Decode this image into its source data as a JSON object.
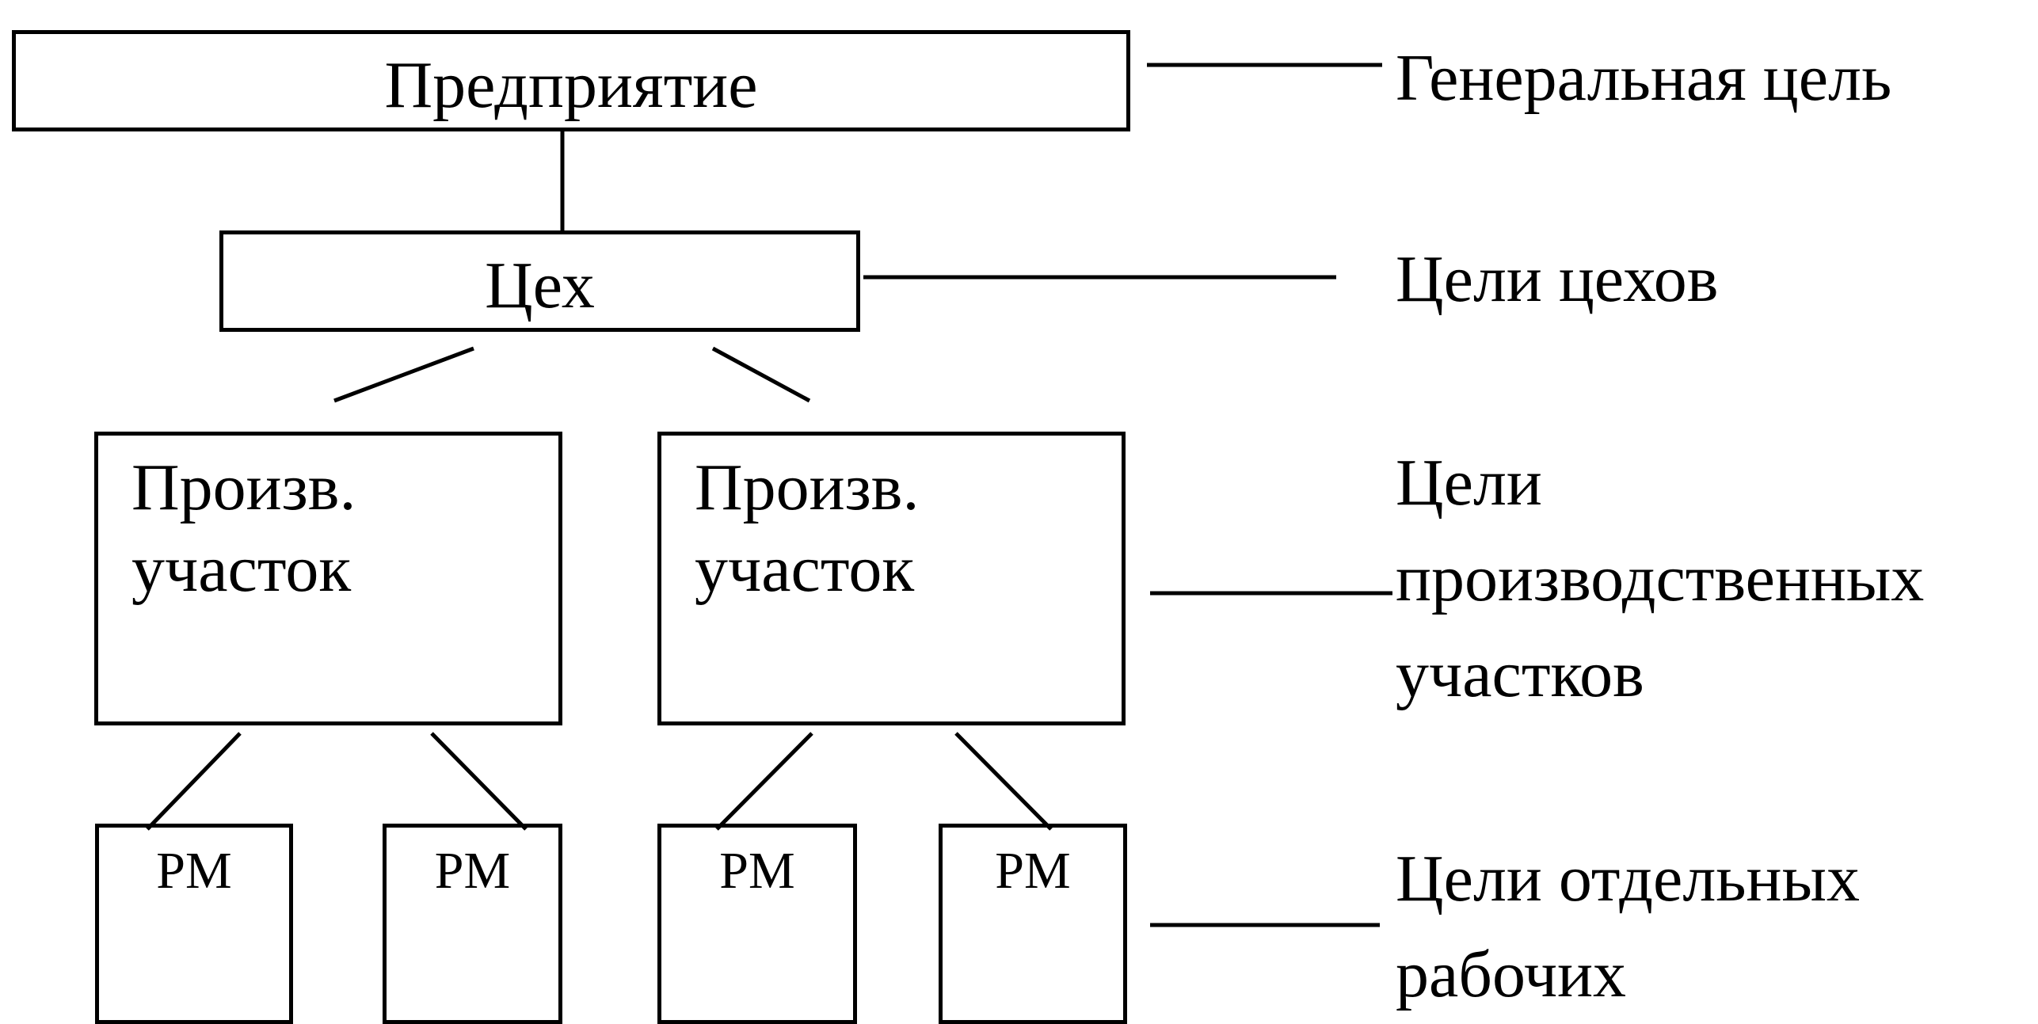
{
  "nodes": {
    "enterprise": "Предприятие",
    "workshop": "Цех",
    "section_left": "Произв.\nучасток",
    "section_right": "Произв.\nучасток",
    "workplace_1": "РМ",
    "workplace_2": "РМ",
    "workplace_3": "РМ",
    "workplace_4": "РМ"
  },
  "levels": {
    "general_goal": "Генеральная цель",
    "workshop_goals": "Цели цехов",
    "section_goals": "Цели\nпроизводственных\nучастков",
    "worker_goals": "Цели отдельных\nрабочих"
  },
  "colors": {
    "line": "#000000",
    "background": "#ffffff"
  }
}
